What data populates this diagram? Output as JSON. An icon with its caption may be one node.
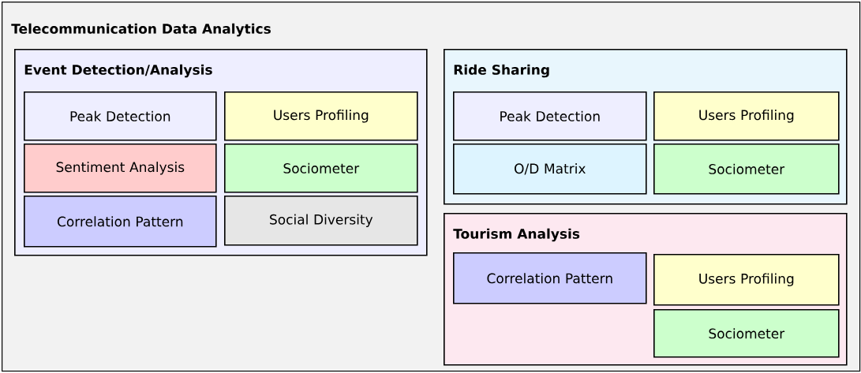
{
  "diagram": {
    "nodes": [
      {
        "text": [
          "Telecommunication Data Analytics"
        ]
      },
      {
        "text": [
          "Event Detection/Analysis"
        ],
        "in": 0
      },
      {
        "text": [
          "Peak Detection"
        ],
        "in": 1
      },
      {
        "text": [
          "Users Profiling"
        ],
        "in": 1
      },
      {
        "text": [
          "Sentiment Analysis"
        ],
        "in": 1
      },
      {
        "text": [
          "Sociometer"
        ],
        "in": 1
      },
      {
        "text": [
          "Correlation Pattern"
        ],
        "in": 1
      },
      {
        "text": [
          "Social Diversity"
        ],
        "in": 1
      },
      {
        "text": [
          "Ride Sharing"
        ],
        "in": 0
      },
      {
        "text": [
          "Peak Detection"
        ],
        "in": 8
      },
      {
        "text": [
          "Users Profiling"
        ],
        "in": 8
      },
      {
        "text": [
          "O/D Matrix"
        ],
        "in": 8
      },
      {
        "text": [
          "Sociometer"
        ],
        "in": 8
      },
      {
        "text": [
          "Tourism Analysis"
        ],
        "in": 0
      },
      {
        "text": [
          "Correlation Pattern"
        ],
        "in": 13
      },
      {
        "text": [
          "Users Profiling"
        ],
        "in": 13
      },
      {
        "text": [
          "Sociometer"
        ],
        "in": 13
      }
    ]
  }
}
